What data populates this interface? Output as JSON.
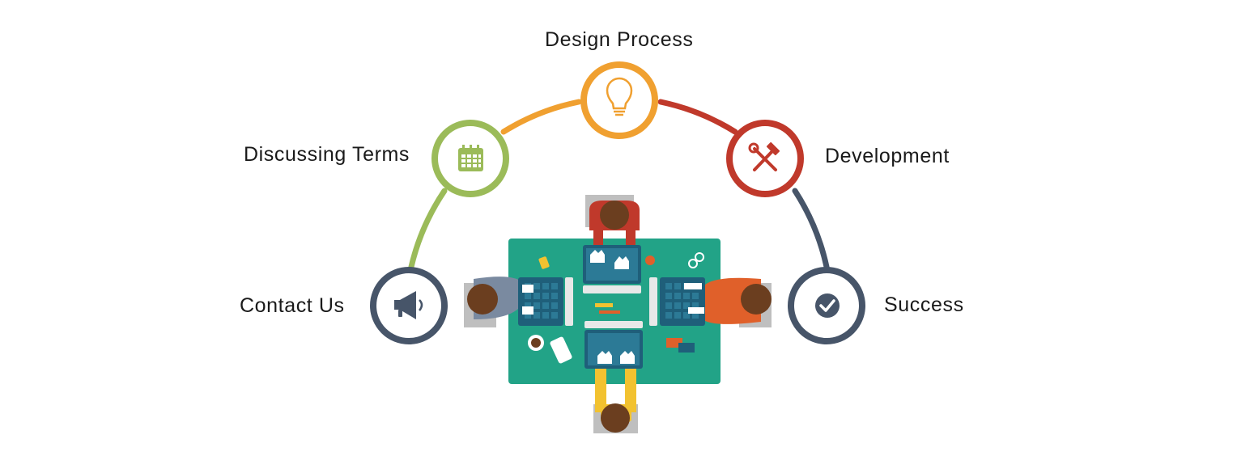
{
  "steps": {
    "contact": {
      "label": "Contact Us",
      "icon": "megaphone-icon",
      "color": "#475569"
    },
    "discuss": {
      "label": "Discussing Terms",
      "icon": "calendar-icon",
      "color": "#9BBB59"
    },
    "design": {
      "label": "Design Process",
      "icon": "lightbulb-icon",
      "color": "#F0A030"
    },
    "dev": {
      "label": "Development",
      "icon": "hammer-wrench-icon",
      "color": "#C0392B"
    },
    "success": {
      "label": "Success",
      "icon": "checkmark-icon",
      "color": "#475569"
    }
  },
  "illustration": {
    "subject": "team-at-desk-icon",
    "colors": {
      "table": "#22A387",
      "laptop": "#1F5F7A",
      "chair": "#BFBFBF"
    }
  }
}
